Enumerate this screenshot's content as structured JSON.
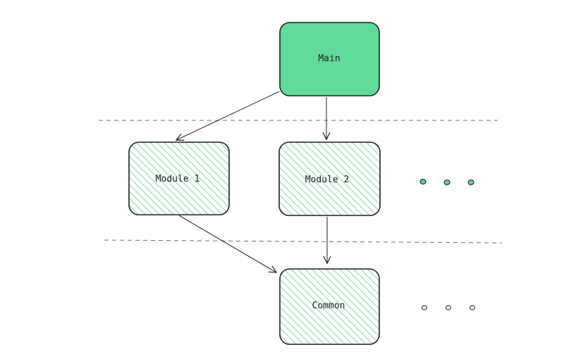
{
  "nodes": {
    "main": {
      "label": "Main",
      "fill": "#5fdc9a",
      "style": "solid"
    },
    "module1": {
      "label": "Module 1",
      "fill": "#5fcf94",
      "style": "hatched"
    },
    "module2": {
      "label": "Module 2",
      "fill": "#5fcf94",
      "style": "hatched"
    },
    "common": {
      "label": "Common",
      "fill": "#5fcf94",
      "style": "hatched"
    }
  },
  "colors": {
    "stroke": "#1e1e1e",
    "divider": "#6b6b6b",
    "dot_filled": "#5fcf94",
    "dot_empty": "#ffffff"
  }
}
